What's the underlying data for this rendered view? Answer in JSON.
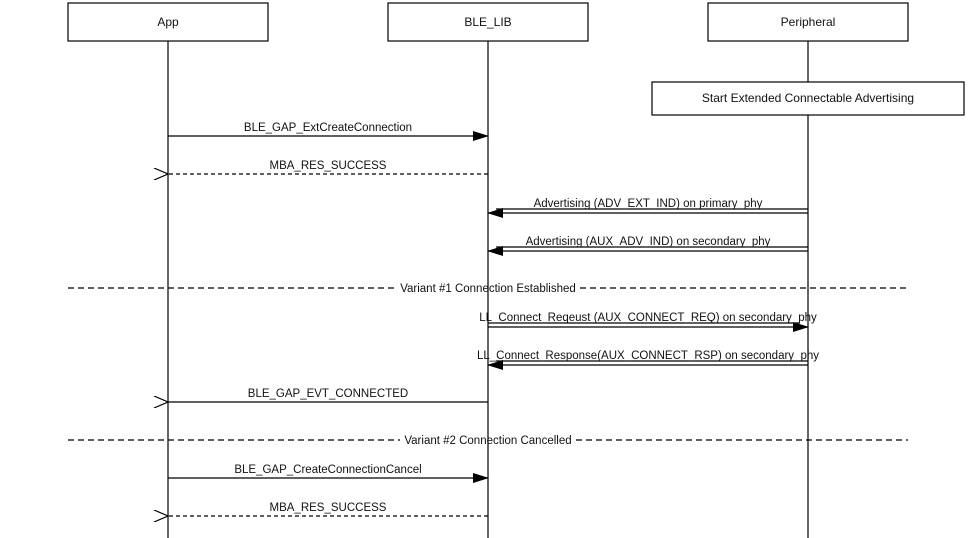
{
  "participants": [
    {
      "id": "app",
      "label": "App"
    },
    {
      "id": "lib",
      "label": "BLE_LIB"
    },
    {
      "id": "peripheral",
      "label": "Peripheral"
    }
  ],
  "note": {
    "label": "Start Extended Connectable Advertising"
  },
  "messages": [
    {
      "label": "BLE_GAP_ExtCreateConnection",
      "from": "app",
      "to": "lib",
      "style": "solid",
      "head": "filled"
    },
    {
      "label": "MBA_RES_SUCCESS",
      "from": "lib",
      "to": "app",
      "style": "dashed",
      "head": "open"
    },
    {
      "label": "Advertising (ADV_EXT_IND) on primary_phy",
      "from": "peripheral",
      "to": "lib",
      "style": "double",
      "head": "filled"
    },
    {
      "label": "Advertising (AUX_ADV_IND) on secondary_phy",
      "from": "peripheral",
      "to": "lib",
      "style": "double",
      "head": "filled"
    },
    {
      "label": "LL_Connect_Reqeust (AUX_CONNECT_REQ) on secondary_phy",
      "from": "lib",
      "to": "peripheral",
      "style": "double",
      "head": "filled"
    },
    {
      "label": "LL_Connect_Response(AUX_CONNECT_RSP) on secondary_phy",
      "from": "peripheral",
      "to": "lib",
      "style": "double",
      "head": "filled"
    },
    {
      "label": "BLE_GAP_EVT_CONNECTED",
      "from": "lib",
      "to": "app",
      "style": "solid",
      "head": "open"
    },
    {
      "label": "BLE_GAP_CreateConnectionCancel",
      "from": "app",
      "to": "lib",
      "style": "solid",
      "head": "filled"
    },
    {
      "label": "MBA_RES_SUCCESS",
      "from": "lib",
      "to": "app",
      "style": "dashed",
      "head": "open"
    }
  ],
  "dividers": [
    {
      "label": "Variant #1 Connection Established"
    },
    {
      "label": "Variant #2 Connection Cancelled"
    }
  ]
}
